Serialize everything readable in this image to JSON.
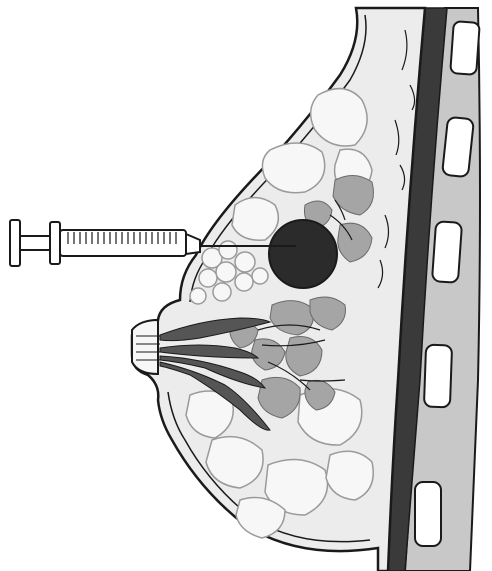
{
  "colors": {
    "outline": "#1a1a1a",
    "tissue_fill": "#ececec",
    "fat_lobule_fill": "#f7f7f7",
    "gland_fill": "#a5a5a5",
    "duct_fill": "#555555",
    "lesion_fill": "#2b2b2b",
    "muscle_fill": "#3a3a3a",
    "chest_wall_fill": "#c8c8c8",
    "rib_fill": "#ffffff",
    "syringe_fill": "#ffffff"
  },
  "icons": {
    "syringe": "syringe-icon",
    "needle": "needle-icon"
  },
  "structures": [
    "breast-outline",
    "skin-layer",
    "fat-lobules",
    "glandular-tissue",
    "lactiferous-ducts",
    "nipple",
    "lesion",
    "pectoral-muscle",
    "chest-wall",
    "ribs",
    "syringe",
    "needle"
  ]
}
